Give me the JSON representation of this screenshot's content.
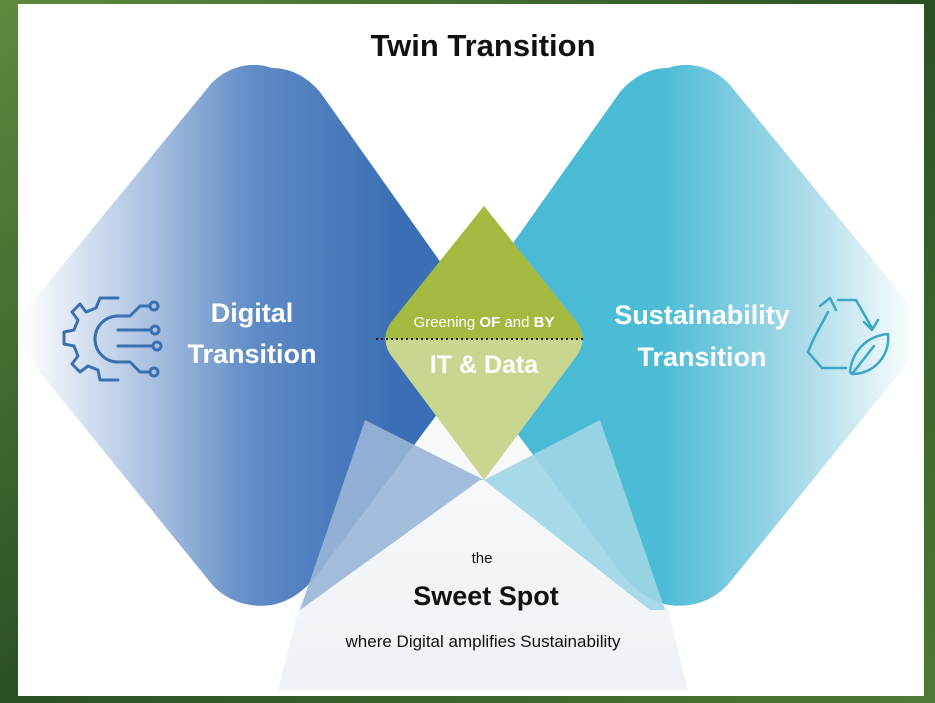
{
  "title": "Twin Transition",
  "digital": {
    "line1": "Digital",
    "line2": "Transition",
    "icon": "gear-circuit-icon"
  },
  "sustainability": {
    "line1": "Sustainability",
    "line2": "Transition",
    "icon": "recycle-leaf-icon"
  },
  "center": {
    "greening_prefix": "Greening ",
    "greening_of": "OF",
    "greening_and": " and ",
    "greening_by": "BY",
    "label": "IT & Data"
  },
  "sweet_spot": {
    "the": "the",
    "heading": "Sweet Spot",
    "caption": "where Digital amplifies Sustainability"
  },
  "colors": {
    "digital": "#3e74b8",
    "sustainability": "#4dbcd6",
    "green_top": "#a3ba3e",
    "green_bottom": "#c7d58f",
    "background": "#ffffff"
  }
}
